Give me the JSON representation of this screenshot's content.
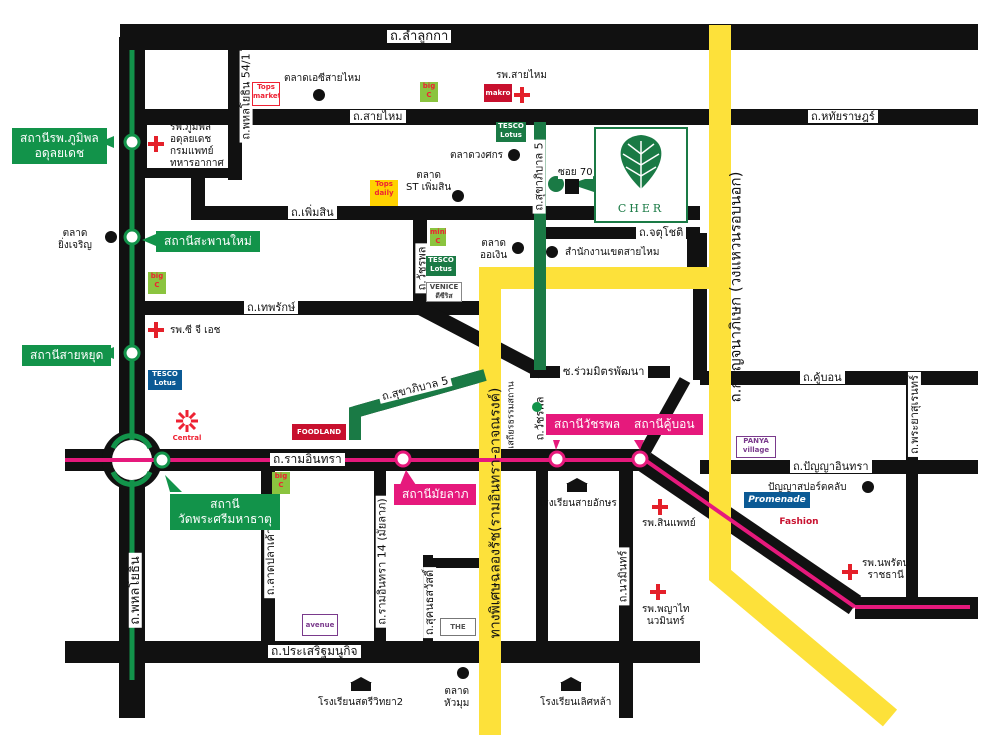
{
  "colors": {
    "road": "#111111",
    "green_line": "#12934a",
    "pink_line": "#e6197c",
    "expressway": "#fde13a",
    "hospital": "#e4202a",
    "cher": "#1a7a45"
  },
  "roads": {
    "lamlukka": "ถ.ลำลูกกา",
    "saimai": "ถ.สายไหม",
    "hathairat": "ถ.หทัยราษฎร์",
    "phermsin": "ถ.เพิ่มสิน",
    "jutichot": "ถ.จตุโชติ",
    "thepharak": "ถ.เทพรักษ์",
    "ruammit": "ซ.ร่วมมิตรพัฒนา",
    "khubon": "ถ.คู้บอน",
    "ramintra": "ถ.รามอินทรา",
    "panya": "ถ.ปัญญาอินทรา",
    "prasert": "ถ.ประเสริฐมนูกิจ",
    "phahon": "ถ.พหลโยธิน",
    "phahon541": "ถ.พหลโยธิน 54/1",
    "sukhaphiban5_vert": "ถ.สุขาภิบาล 5",
    "sukhaphiban5_diag": "ถ.สุขาภิบาล 5",
    "watcharaphon": "ถ.วัชรพล",
    "watcharaphon2": "ถ.วัชรพล",
    "laplao": "ถ.ลาดปลาเค้า",
    "ramintra14": "ถ.รามอินทรา 14 (มัยลาภ)",
    "sukhonsawat": "ถ.สุคนธสวัสดิ์",
    "nawamin": "ถ.นวมินทร์",
    "prasertsintra": "ถ.พระยาสุเรนทร์",
    "kanchanaphisek": "ถ.กาญจนาภิเษก (วงแหวนรอบนอก)",
    "expressway": "ทางพิเศษฉลองรัช(รามอินทรา-อาจณรงค์)",
    "soi70": "ซอย 70"
  },
  "stations": {
    "bhumibol": "สถานีรพ.ภูมิพล\nอดุลยเดช",
    "saphanmai": "สถานีสะพานใหม่",
    "saiyud": "สถานีสายหยุด",
    "watphrasri": "สถานี\nวัดพระศรีมหาธาตุ",
    "mailap": "สถานีมัยลาภ",
    "watcharaphon": "สถานีวัชรพล",
    "khubon": "สถานีคู้บอน"
  },
  "places": {
    "bhumibol_hosp": "รพ.ภูมิพล\nอดุลยเดช\nกรมแพทย์\nทหารอากาศ",
    "market_saimai": "ตลาดเอซีสายไหม",
    "saimai_hosp": "รพ.สายไหม",
    "market_duangsakorn": "ตลาดวงศกร",
    "market_st": "ตลาด\nST เพิ่มสิน",
    "market_yingcharoen": "ตลาด\nยิ่งเจริญ",
    "market_aoengern": "ตลาด\nออเงิน",
    "district_office": "สำนักงานเขตสายไหม",
    "sigh_hosp": "รพ.ซี จี เอช",
    "sainthon_hosp": "รพ.สินแพทย์",
    "phyathai_hosp": "รพ.พญาไท\nนวมินทร์",
    "nopparat_hosp": "รพ.นพรัตน\nราชธานี",
    "school_saiakson": "โรงเรียนสายอักษร",
    "school_satri": "โรงเรียนสตรีวิทยา2",
    "school_lertla": "โรงเรียนเลิศหล้า",
    "market_huamum": "ตลาด\nหัวมุม",
    "panya_sport": "ปัญญาสปอร์ตคลับ",
    "wat_thaem": "เสถียรธรรมสถาน"
  },
  "logos": {
    "tops_market": "Tops\nmarket",
    "bigc1": "big\nC",
    "makro": "makro",
    "tesco1": "TESCO\nLotus",
    "tops_daily": "Tops\ndaily",
    "mini_bigc": "mini\nC",
    "tesco2": "TESCO\nLotus",
    "venice": "VENICE\nดีซีริส",
    "bigc2": "big\nC",
    "tesco3": "TESCO\nLotus",
    "central": "Central",
    "fooland": "FOODLAND",
    "bigc3": "big\nC",
    "avenue": "avenue",
    "thewalk": "THE WALK",
    "panya_village": "PANYA\nvillage",
    "promenade": "Promenade",
    "fashion": "Fashion Island"
  },
  "brand": {
    "name": "CHER"
  }
}
